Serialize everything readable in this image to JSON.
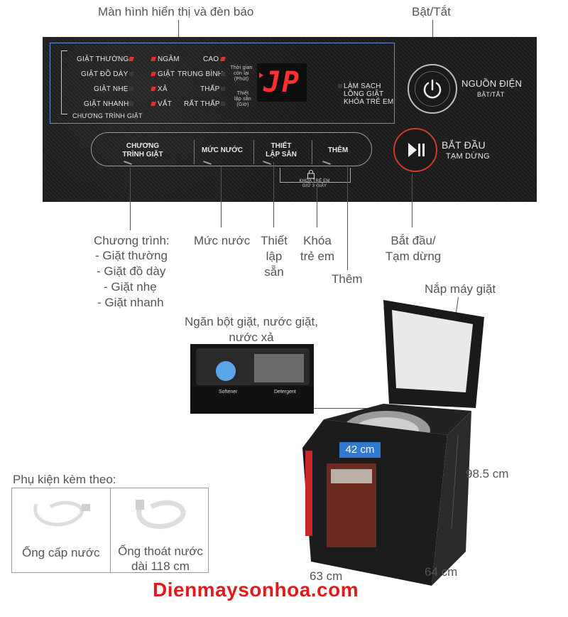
{
  "callouts": {
    "display": "Màn hình hiển thị và đèn báo",
    "power": "Bật/Tắt",
    "program_title": "Chương trình:",
    "program_items": [
      "- Giặt thường",
      "- Giặt đồ dày",
      "- Giặt nhẹ",
      "- Giặt nhanh"
    ],
    "water_level": "Mức nước",
    "preset": "Thiết\nlập\nsẵn",
    "child_lock": "Khóa\ntrẻ em",
    "extra": "Thêm",
    "start_pause": "Bắt đầu/\nTạm dừng",
    "lid": "Nắp máy giặt",
    "dispenser": "Ngăn bột giặt, nước giặt,\nnước xả",
    "height": "98.5 cm",
    "width": "63 cm",
    "depth": "64 cm",
    "drum": "42 cm",
    "accessories_title": "Phụ kiện kèm theo:",
    "inlet_hose": "Ống cấp nước",
    "drain_hose": "Ống thoát nước\ndài 118 cm"
  },
  "panel": {
    "programs": [
      "GIẶT THƯỜNG",
      "GIẶT ĐỒ DÀY",
      "GIẶT NHẸ",
      "GIẶT NHANH"
    ],
    "programs_caption": "CHƯƠNG TRÌNH GIẶT",
    "steps": [
      "NGÂM",
      "GIẶT",
      "XẢ",
      "VẮT"
    ],
    "levels": [
      "CAO",
      "TRUNG BÌNH",
      "THẤP",
      "RẤT THẤP"
    ],
    "time_left": "Thời gian còn lại (Phút)",
    "preset_time": "Thiết lập sẵn (Giờ)",
    "display_value": "JP",
    "clean_tub": "LÀM SẠCH LỒNG GIẶT",
    "child_lock": "KHÓA TRẺ EM",
    "power_title": "NGUỒN ĐIỆN",
    "power_sub": "BẬT/TẮT",
    "start_title": "BẮT ĐẦU",
    "start_sub": "TẠM DỪNG",
    "btn_program": "CHƯƠNG\nTRÌNH GIẶT",
    "btn_water": "MỨC NƯỚC",
    "btn_preset": "THIẾT\nLẬP SẴN",
    "btn_extra": "THÊM",
    "lock_hint": "KHÓA TRẺ EM\nGIỮ 3 GIÂY"
  },
  "dispenser_labels": {
    "softener": "Softener",
    "detergent": "Detergent"
  },
  "brand_watermark": "Dienmaysonhoa.com",
  "colors": {
    "accent_blue": "#2f7ad0",
    "led_red": "#e03030",
    "brand_red": "#e01b1b",
    "panel_bg": "#1d1d1d"
  }
}
